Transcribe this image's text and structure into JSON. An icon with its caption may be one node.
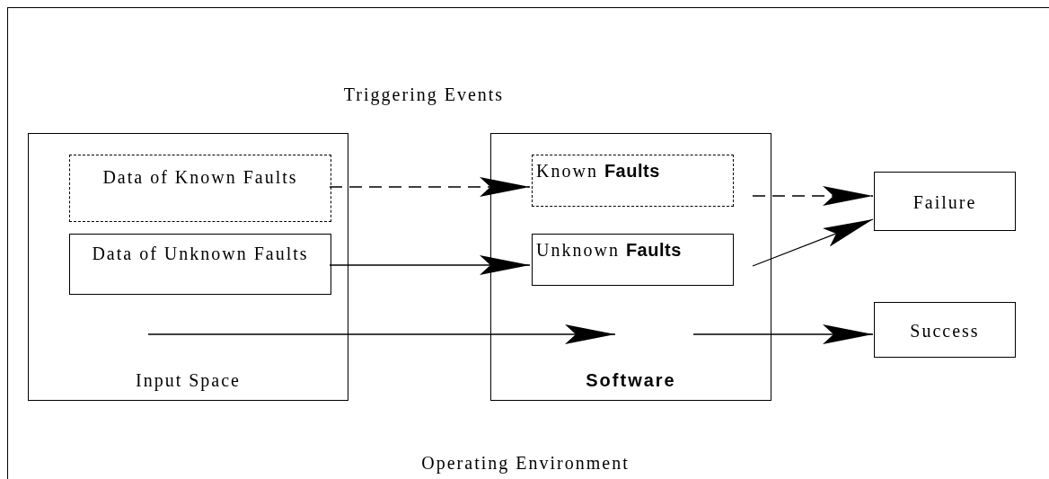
{
  "diagram": {
    "nodes": [
      {
        "text": [
          "Operating Environment"
        ]
      },
      {
        "text": [
          "Input Space"
        ],
        "in": 0
      },
      {
        "text": [
          "Data of Known Faults"
        ],
        "in": 1
      },
      {
        "text": [
          "Data of Unknown Faults"
        ],
        "in": 1
      },
      {
        "text": [
          "Software"
        ],
        "in": 0
      },
      {
        "text": [
          "Known **Faults**"
        ],
        "in": 4
      },
      {
        "text": [
          "Unknown **Faults**"
        ],
        "in": 4
      },
      {
        "text": [
          "Failure"
        ],
        "in": 0
      },
      {
        "text": [
          "Success"
        ],
        "in": 0
      }
    ],
    "edges": [
      {
        "from": 2,
        "to": 5,
        "arrow": "to",
        "style": "dashed"
      },
      {
        "from": 3,
        "to": 6,
        "arrow": "to"
      },
      {
        "from": null,
        "to": 4,
        "arrow": "to"
      },
      {
        "from": 5,
        "to": 7,
        "arrow": "to",
        "style": "dashed"
      },
      {
        "from": 6,
        "to": 7,
        "arrow": "to"
      },
      {
        "from": null,
        "to": 8,
        "arrow": "to"
      }
    ],
    "labels": [
      "Triggering Events"
    ]
  }
}
